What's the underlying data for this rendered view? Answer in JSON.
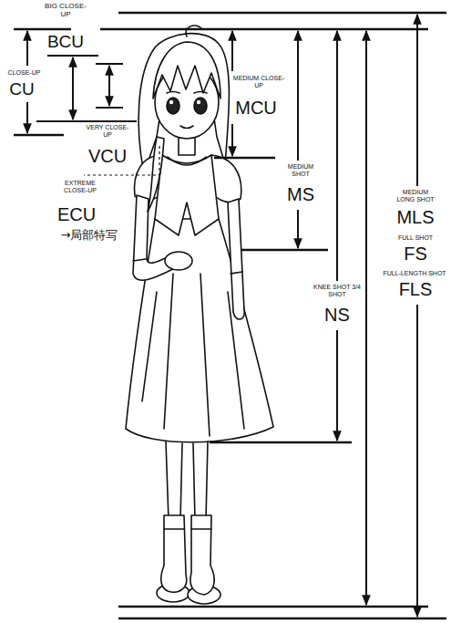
{
  "diagram": {
    "labels": [
      "BIG CLOSE-UP",
      "BCU",
      "CLOSE-UP",
      "CU",
      "VERY CLOSE-UP",
      "VCU",
      "EXTREME CLOSE-UP",
      "ECU",
      "→局部特写",
      "MEDIUM CLOSE-UP",
      "MCU",
      "MEDIUM SHOT",
      "MS",
      "KNEE SHOT 3/4 SHOT",
      "NS",
      "MEDIUM LONG SHOT",
      "MLS",
      "FULL SHOT",
      "FS",
      "FULL-LENGTH SHOT",
      "FLS"
    ]
  }
}
